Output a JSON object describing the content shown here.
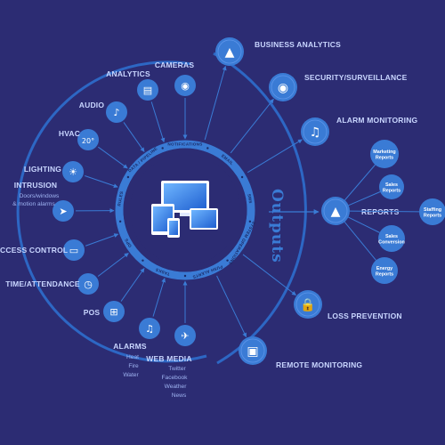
{
  "colors": {
    "background": "#2c2c73",
    "accent": "#3a7bd5",
    "label": "#c9d6ff"
  },
  "center": {
    "ring_labels": [
      "NOTIFICATIONS",
      "EMAIL",
      "SMS",
      "SYSTEM OPERATIONS",
      "PUSH ALERTS",
      "TASKS",
      "OPS",
      "RULES",
      "DATA / PIPELINE"
    ],
    "outputs_title": "Outputs"
  },
  "inputs": [
    {
      "label": "CAMERAS",
      "icon": "camera-dome-icon",
      "glyph": "◉"
    },
    {
      "label": "ANALYTICS",
      "icon": "bar-chart-icon",
      "glyph": "▤"
    },
    {
      "label": "AUDIO",
      "icon": "microphone-icon",
      "glyph": "♪"
    },
    {
      "label": "HVAC",
      "icon": "thermometer-icon",
      "glyph": "20°"
    },
    {
      "label": "LIGHTING",
      "icon": "lightbulb-icon",
      "glyph": "☀"
    },
    {
      "label": "INTRUSION",
      "sub": [
        "Doors/windows",
        "& motion alarms"
      ],
      "icon": "running-person-icon",
      "glyph": "➤"
    },
    {
      "label": "ACCESS CONTROL",
      "icon": "access-card-icon",
      "glyph": "▭"
    },
    {
      "label": "TIME/ATTENDANCE",
      "icon": "clock-icon",
      "glyph": "◷"
    },
    {
      "label": "POS",
      "icon": "shopping-cart-icon",
      "glyph": "⊞"
    },
    {
      "label": "ALARMS",
      "sub": [
        "Heat",
        "Fire",
        "Water"
      ],
      "icon": "bell-icon",
      "glyph": "♫"
    },
    {
      "label": "WEB MEDIA",
      "sub": [
        "Twitter",
        "Facebook",
        "Weather",
        "News"
      ],
      "icon": "bird-icon",
      "glyph": "✈"
    }
  ],
  "outputs": [
    {
      "label": "BUSINESS ANALYTICS",
      "icon": "trend-chart-icon",
      "glyph": "▲"
    },
    {
      "label": "SECURITY/SURVEILLANCE",
      "icon": "camera-dome-icon",
      "glyph": "◉"
    },
    {
      "label": "ALARM MONITORING",
      "icon": "bell-icon",
      "glyph": "♫"
    },
    {
      "label": "REPORTS",
      "icon": "report-chart-icon",
      "glyph": "▲"
    },
    {
      "label": "LOSS PREVENTION",
      "icon": "padlock-icon",
      "glyph": "🔒"
    },
    {
      "label": "REMOTE MONITORING",
      "icon": "remote-screen-icon",
      "glyph": "▣"
    }
  ],
  "report_bubbles": [
    [
      "Marketing",
      "Reports"
    ],
    [
      "Sales",
      "Reports"
    ],
    [
      "Staffing",
      "Reports"
    ],
    [
      "Sales",
      "Conversion"
    ],
    [
      "Energy",
      "Reports"
    ]
  ]
}
